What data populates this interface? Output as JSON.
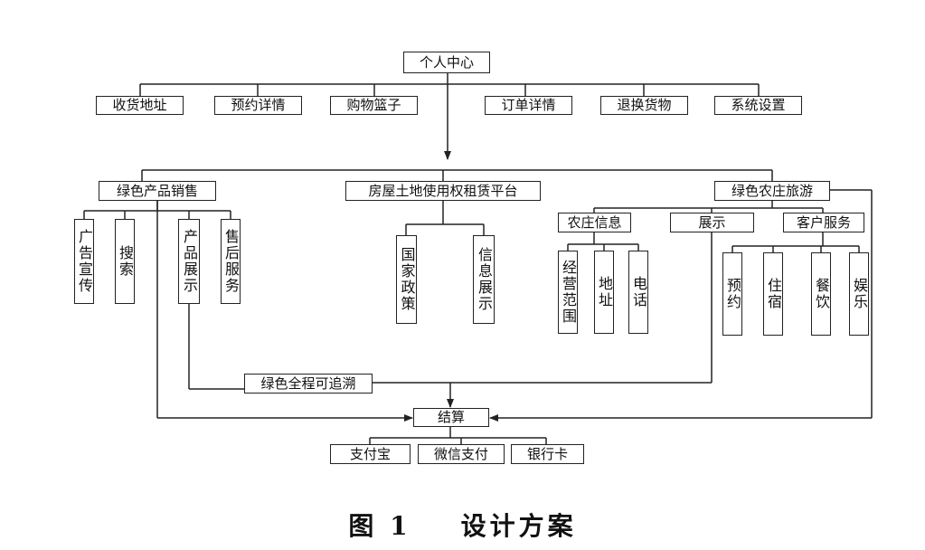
{
  "root": "个人中心",
  "personal_items": [
    "收货地址",
    "预约详情",
    "购物篮子",
    "订单详情",
    "退换货物",
    "系统设置"
  ],
  "modules": {
    "green_sales": {
      "title": "绿色产品销售",
      "items": [
        "广告宣传",
        "搜索",
        "产品展示",
        "售后服务"
      ]
    },
    "land_rental": {
      "title": "房屋土地使用权租赁平台",
      "items": [
        "国家政策",
        "信息展示"
      ]
    },
    "farm_tourism": {
      "title": "绿色农庄旅游",
      "farm_info": {
        "title": "农庄信息",
        "items": [
          "经营范围",
          "地址",
          "电话"
        ]
      },
      "display": "展示",
      "customer_service": {
        "title": "客户服务",
        "items": [
          "预约",
          "住宿",
          "餐饮",
          "娱乐"
        ]
      }
    }
  },
  "traceability": "绿色全程可追溯",
  "checkout": {
    "title": "结算",
    "methods": [
      "支付宝",
      "微信支付",
      "银行卡"
    ]
  },
  "caption": {
    "label": "图 1",
    "title": "设计方案"
  }
}
